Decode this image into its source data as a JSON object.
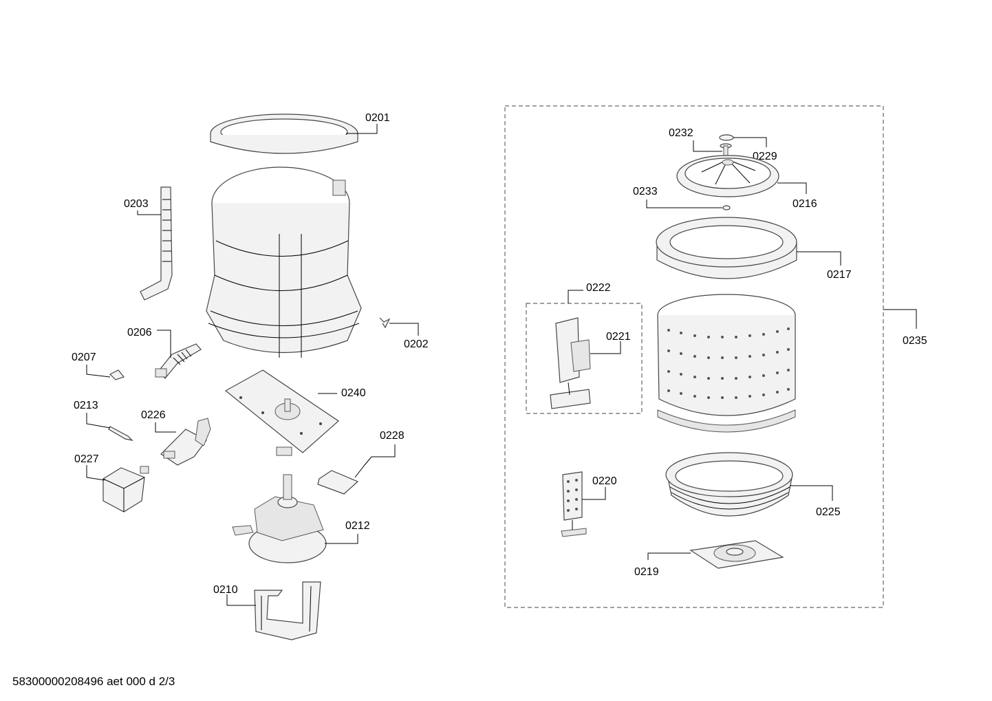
{
  "footer": "58300000208496 aet 000 d 2/3",
  "labels": {
    "p0201": "0201",
    "p0202": "0202",
    "p0203": "0203",
    "p0206": "0206",
    "p0207": "0207",
    "p0210": "0210",
    "p0212": "0212",
    "p0213": "0213",
    "p0216": "0216",
    "p0217": "0217",
    "p0219": "0219",
    "p0220": "0220",
    "p0221": "0221",
    "p0222": "0222",
    "p0225": "0225",
    "p0226": "0226",
    "p0227": "0227",
    "p0228": "0228",
    "p0229": "0229",
    "p0232": "0232",
    "p0233": "0233",
    "p0235": "0235",
    "p0240": "0240"
  }
}
